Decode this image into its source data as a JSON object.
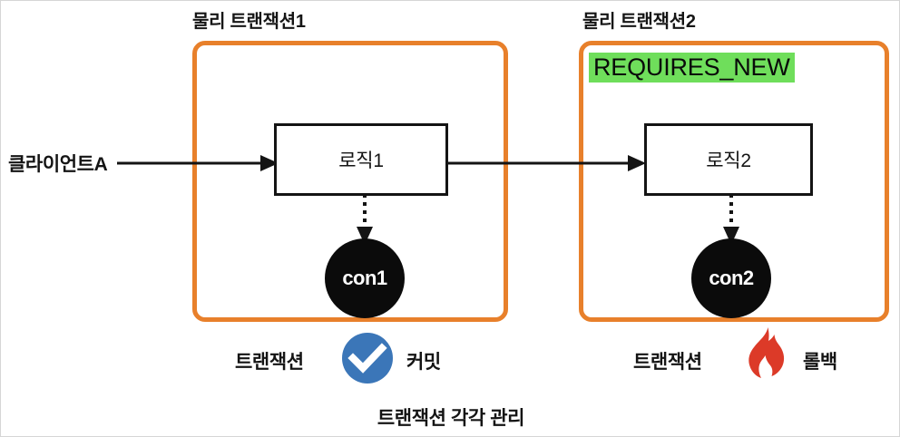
{
  "diagram": {
    "caption": "트랜잭션 각각 관리",
    "client": {
      "label": "클라이언트A"
    },
    "colors": {
      "transaction_border": "#E8802B",
      "badge_background": "#6FDE5B",
      "connection_circle": "#0B0B0B",
      "commit_icon": "#3B76B8",
      "rollback_icon": "#DC3A28",
      "logic_border": "#141414"
    },
    "transactions": [
      {
        "title": "물리 트랜잭션1",
        "badge": null,
        "logic": {
          "label": "로직1"
        },
        "connection": {
          "label": "con1"
        },
        "result": {
          "prefix": "트랜잭션",
          "suffix": "커밋",
          "icon": "check-circle-icon"
        }
      },
      {
        "title": "물리 트랜잭션2",
        "badge": "REQUIRES_NEW",
        "logic": {
          "label": "로직2"
        },
        "connection": {
          "label": "con2"
        },
        "result": {
          "prefix": "트랜잭션",
          "suffix": "롤백",
          "icon": "flame-icon"
        }
      }
    ],
    "arrows": [
      {
        "name": "client-to-logic1",
        "style": "solid"
      },
      {
        "name": "logic1-to-logic2",
        "style": "solid"
      },
      {
        "name": "logic1-to-con1",
        "style": "dotted"
      },
      {
        "name": "logic2-to-con2",
        "style": "dotted"
      }
    ]
  }
}
